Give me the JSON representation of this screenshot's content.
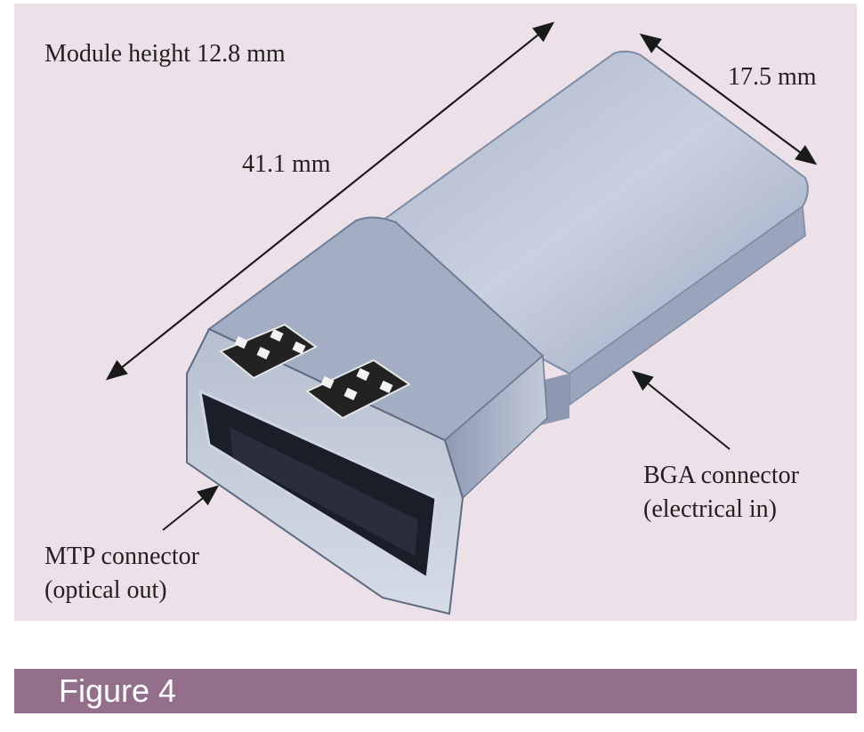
{
  "figure": {
    "title": "Figure 4",
    "panel_color": "#ece1e8",
    "bar_color": "#946f8c"
  },
  "annotations": {
    "module_height": "Module height 12.8 mm",
    "length": "41.1 mm",
    "width": "17.5 mm",
    "bga_line1": "BGA connector",
    "bga_line2": "(electrical in)",
    "mtp_line1": "MTP connector",
    "mtp_line2": "(optical out)"
  },
  "image": {
    "subject": "optical transceiver module photograph",
    "icon": "connector-module-image"
  }
}
